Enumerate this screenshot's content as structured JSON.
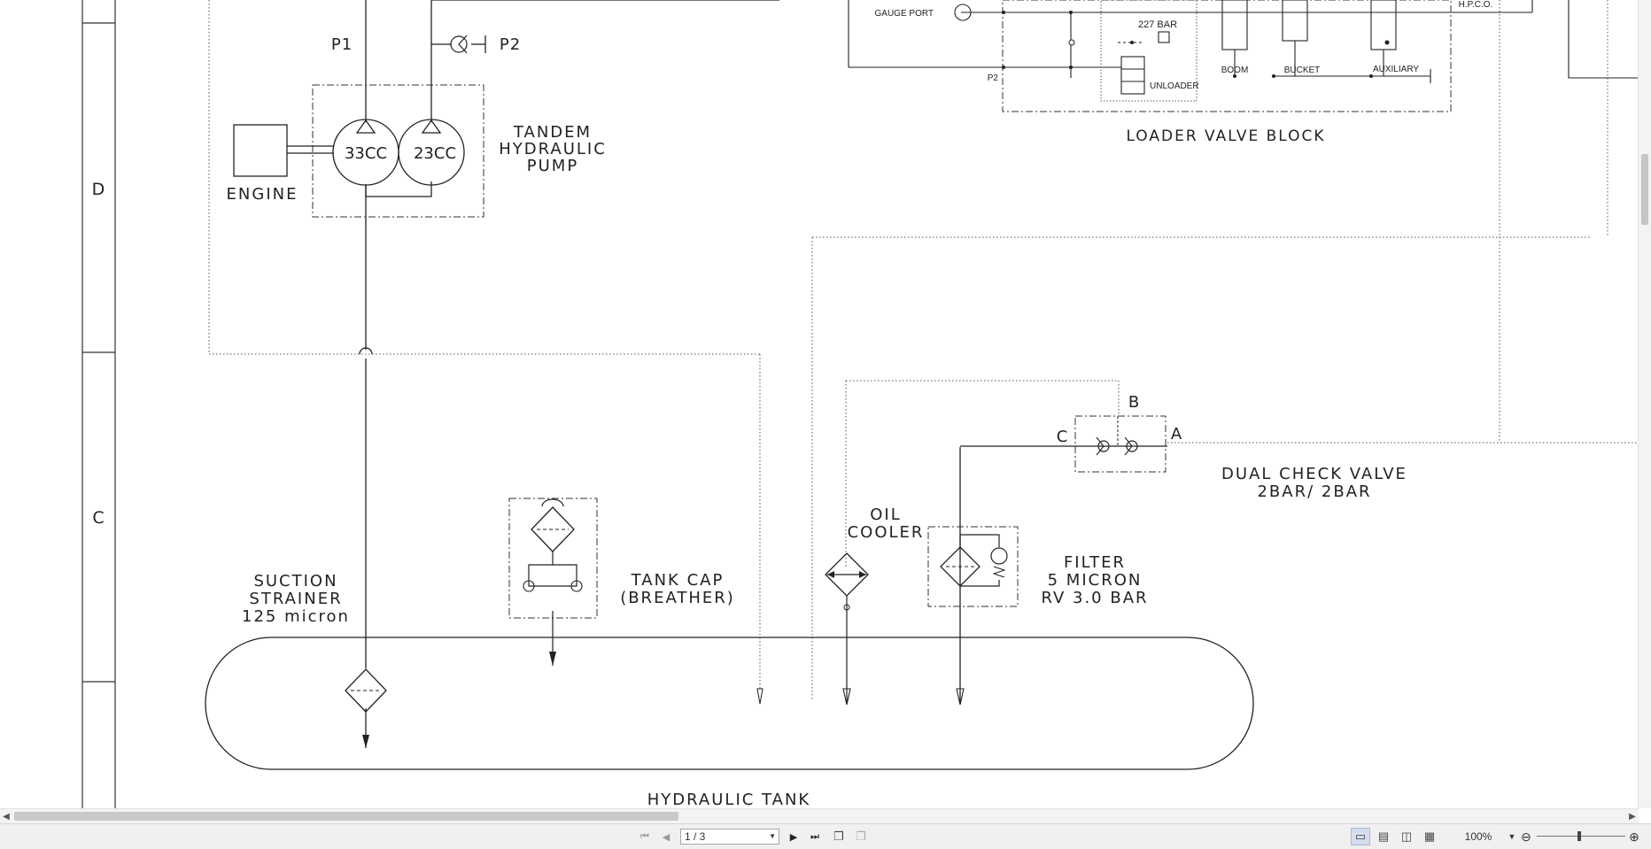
{
  "diagram": {
    "row_labels": [
      "D",
      "C"
    ],
    "pump": {
      "title_lines": [
        "TANDEM",
        "HYDRAULIC",
        "PUMP"
      ],
      "left_displacement": "33CC",
      "right_displacement": "23CC",
      "port1": "P1",
      "port2": "P2"
    },
    "engine_label": "ENGINE",
    "loader_valve_block": {
      "title": "LOADER VALVE BLOCK",
      "gauge_port": "GAUGE PORT",
      "relief": "227 BAR",
      "unloader": "UNLOADER",
      "p2": "P2",
      "spools": [
        "BOOM",
        "BUCKET",
        "AUXILIARY"
      ],
      "hpco": "H.P.C.O."
    },
    "suction_strainer_lines": [
      "SUCTION",
      "STRAINER",
      "125 micron"
    ],
    "tank_cap_lines": [
      "TANK CAP",
      "(BREATHER)"
    ],
    "oil_cooler_lines": [
      "OIL",
      "COOLER"
    ],
    "filter_lines": [
      "FILTER",
      "5 MICRON",
      "RV 3.0 BAR"
    ],
    "dual_check_valve": {
      "lines": [
        "DUAL CHECK VALVE",
        "2BAR/ 2BAR"
      ],
      "port_a": "A",
      "port_b": "B",
      "port_c": "C"
    },
    "hydraulic_tank": "HYDRAULIC TANK"
  },
  "statusbar": {
    "page_indicator": "1 / 3",
    "zoom": "100%"
  },
  "icons": {
    "first_page": "first-page-icon",
    "prev_page": "prev-page-icon",
    "next_page": "next-page-icon",
    "last_page": "last-page-icon",
    "single_page": "single-page-view-icon",
    "continuous": "continuous-view-icon",
    "facing": "facing-view-icon",
    "cover": "cover-view-icon",
    "zoom_out": "zoom-out-icon",
    "zoom_in": "zoom-in-icon"
  }
}
